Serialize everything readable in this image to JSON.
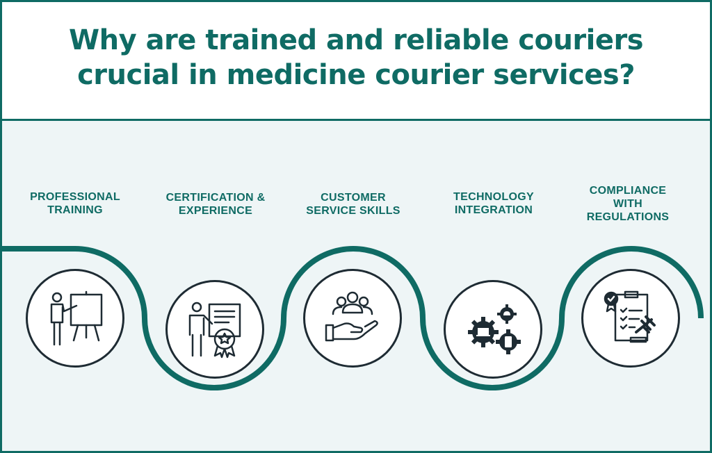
{
  "title": {
    "line1": "Why are trained and reliable couriers",
    "line2": "crucial in medicine courier services?"
  },
  "items": [
    {
      "lines": [
        "PROFESSIONAL",
        "TRAINING"
      ],
      "icon": "presentation-icon"
    },
    {
      "lines": [
        "CERTIFICATION &",
        "EXPERIENCE"
      ],
      "icon": "certificate-icon"
    },
    {
      "lines": [
        "CUSTOMER",
        "SERVICE SKILLS"
      ],
      "icon": "customer-service-icon"
    },
    {
      "lines": [
        "TECHNOLOGY",
        "INTEGRATION"
      ],
      "icon": "gears-icon"
    },
    {
      "lines": [
        "COMPLIANCE",
        "WITH",
        "REGULATIONS"
      ],
      "icon": "compliance-icon"
    }
  ],
  "colors": {
    "accent": "#0f6b64",
    "background": "#eef5f6",
    "icon": "#1e2b33"
  }
}
